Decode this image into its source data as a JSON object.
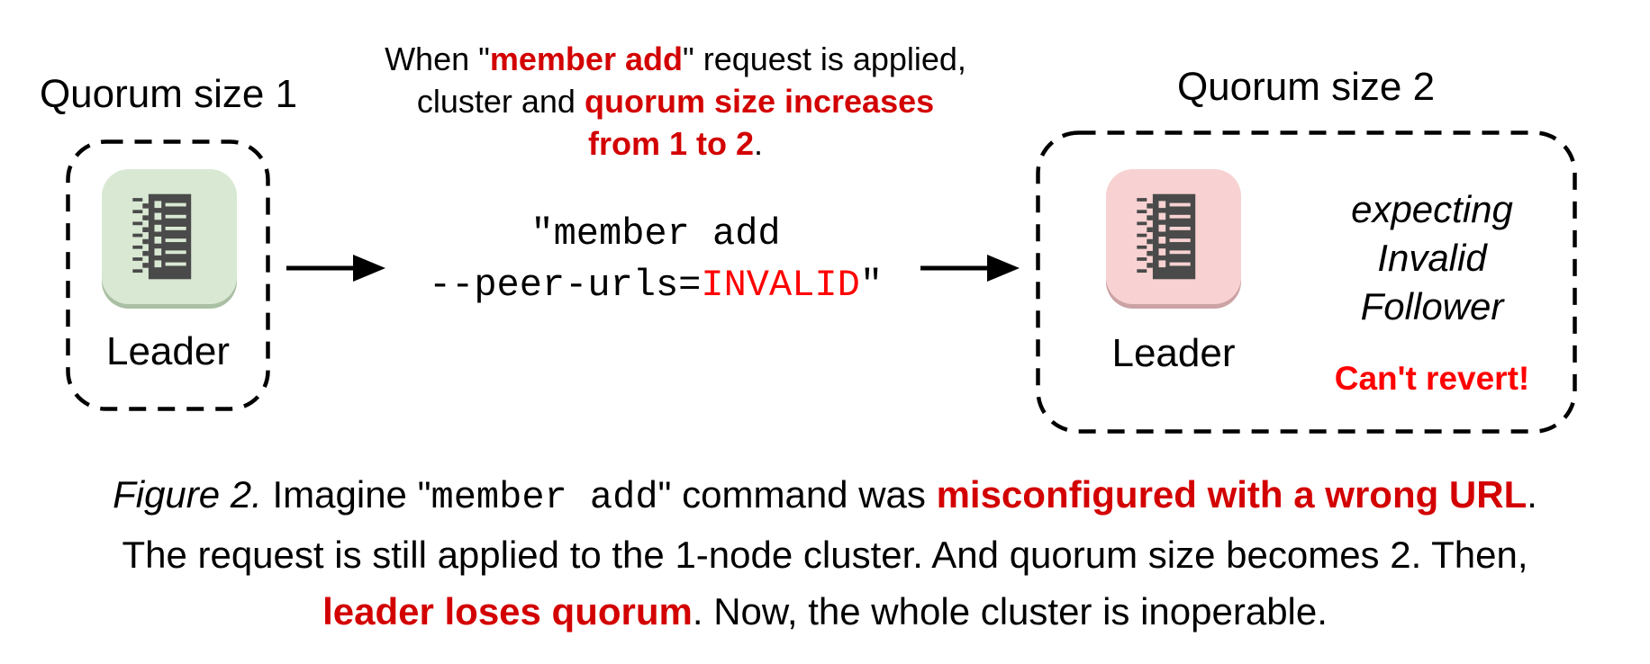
{
  "left_group": {
    "title": "Quorum size 1",
    "node_label": "Leader"
  },
  "annotation": {
    "line1_prefix": "When \"",
    "line1_red": "member add",
    "line1_suffix": "\" request is applied,",
    "line2_prefix": "cluster and ",
    "line2_red": "quorum size increases",
    "line3_red": "from 1 to 2",
    "line3_suffix": "."
  },
  "command": {
    "line1": "\"member add",
    "line2_flag": "--peer-urls=",
    "line2_value": "INVALID",
    "line2_close": "\""
  },
  "right_group": {
    "title": "Quorum size 2",
    "node_label": "Leader",
    "expecting_line1": "expecting",
    "expecting_line2": "Invalid",
    "expecting_line3": "Follower",
    "warning": "Can't revert!"
  },
  "caption": {
    "figure_label": "Figure 2.",
    "seg_imagine": " Imagine \"",
    "seg_mono": "member add",
    "seg_command_was": "\" command was ",
    "seg_red1": "misconfigured with a wrong URL",
    "seg_period": ".",
    "line2": "The request is still applied to the 1-node cluster. And quorum size becomes 2. Then,",
    "line3_red": "leader loses quorum",
    "line3_rest": ". Now, the whole cluster is inoperable."
  },
  "colors": {
    "emphasis_red": "#d30000",
    "bright_red": "#ff0000",
    "node_green_bg": "#d9e8d3",
    "node_green_shadow": "#aabfa3",
    "node_pink_bg": "#f8d2d2",
    "node_pink_shadow": "#cba3a5",
    "glyph_dark": "#4a4a4a",
    "text": "#000000"
  },
  "icons": {
    "left_node": "etcd-journal-icon",
    "right_node": "etcd-journal-icon",
    "arrow": "arrow-right-icon"
  }
}
